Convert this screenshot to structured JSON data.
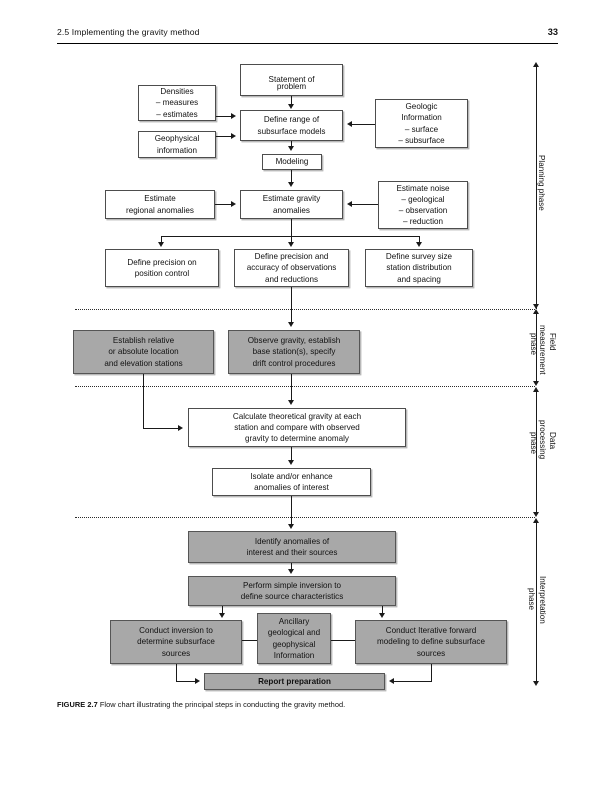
{
  "header": {
    "section": "2.5  Implementing the gravity method",
    "page_number": "33"
  },
  "caption": {
    "label": "FIGURE 2.7",
    "text": "Flow chart illustrating the principal steps in conducting the gravity method."
  },
  "phases": [
    {
      "name": "planning",
      "line1": "Planning phase",
      "line2": ""
    },
    {
      "name": "field",
      "line1": "Field",
      "line2": "measurement",
      "line3": "phase"
    },
    {
      "name": "data-processing",
      "line1": "Data",
      "line2": "processing",
      "line3": "phase"
    },
    {
      "name": "interpretation",
      "line1": "Interpretation",
      "line2": "phase"
    }
  ],
  "nodes": {
    "statement_of_problem": {
      "lines": [
        "Statement of",
        "problem"
      ]
    },
    "densities": {
      "lines": [
        "Densities",
        "– measures",
        "– estimates"
      ]
    },
    "geophysical_information": {
      "lines": [
        "Geophysical",
        "information"
      ]
    },
    "geologic_information": {
      "lines": [
        "Geologic",
        "Information",
        "– surface",
        "– subsurface"
      ]
    },
    "define_range": {
      "lines": [
        "Define range of",
        "subsurface models"
      ]
    },
    "modeling": {
      "lines": [
        "Modeling"
      ]
    },
    "estimate_regional": {
      "lines": [
        "Estimate",
        "regional anomalies"
      ]
    },
    "estimate_gravity": {
      "lines": [
        "Estimate gravity",
        "anomalies"
      ]
    },
    "estimate_noise": {
      "lines": [
        "Estimate noise",
        "– geological",
        "– observation",
        "– reduction"
      ]
    },
    "define_precision_pos": {
      "lines": [
        "Define precision on",
        "position control"
      ]
    },
    "define_precision_acc": {
      "lines": [
        "Define precision and",
        "accuracy of observations",
        "and reductions"
      ]
    },
    "define_survey_size": {
      "lines": [
        "Define survey size",
        "station distribution",
        "and spacing"
      ]
    },
    "establish_relative": {
      "lines": [
        "Establish relative",
        "or absolute location",
        "and elevation stations"
      ]
    },
    "observe_gravity": {
      "lines": [
        "Observe gravity, establish",
        "base station(s), specify",
        "drift control procedures"
      ]
    },
    "calculate_theoretical": {
      "lines": [
        "Calculate theoretical gravity at each",
        "station and compare with observed",
        "gravity to determine anomaly"
      ]
    },
    "isolate_enhance": {
      "lines": [
        "Isolate and/or enhance",
        "anomalies of interest"
      ]
    },
    "identify_anomalies": {
      "lines": [
        "Identify anomalies of",
        "interest and their sources"
      ]
    },
    "perform_inversion": {
      "lines": [
        "Perform simple inversion to",
        "define source characteristics"
      ]
    },
    "conduct_inversion": {
      "lines": [
        "Conduct inversion to",
        "determine subsurface",
        "sources"
      ]
    },
    "ancillary_info": {
      "lines": [
        "Ancillary",
        "geological and",
        "geophysical",
        "Information"
      ]
    },
    "conduct_iterative": {
      "lines": [
        "Conduct Iterative forward",
        "modeling to define subsurface",
        "sources"
      ]
    },
    "report_preparation": {
      "lines": [
        "Report preparation"
      ]
    }
  },
  "colors": {
    "shaded_fill": "#a8a8a8",
    "plain_fill": "#ffffff",
    "border": "#4d4d4d",
    "connector": "#1a1a1a",
    "separator": "#2b2b2b"
  }
}
